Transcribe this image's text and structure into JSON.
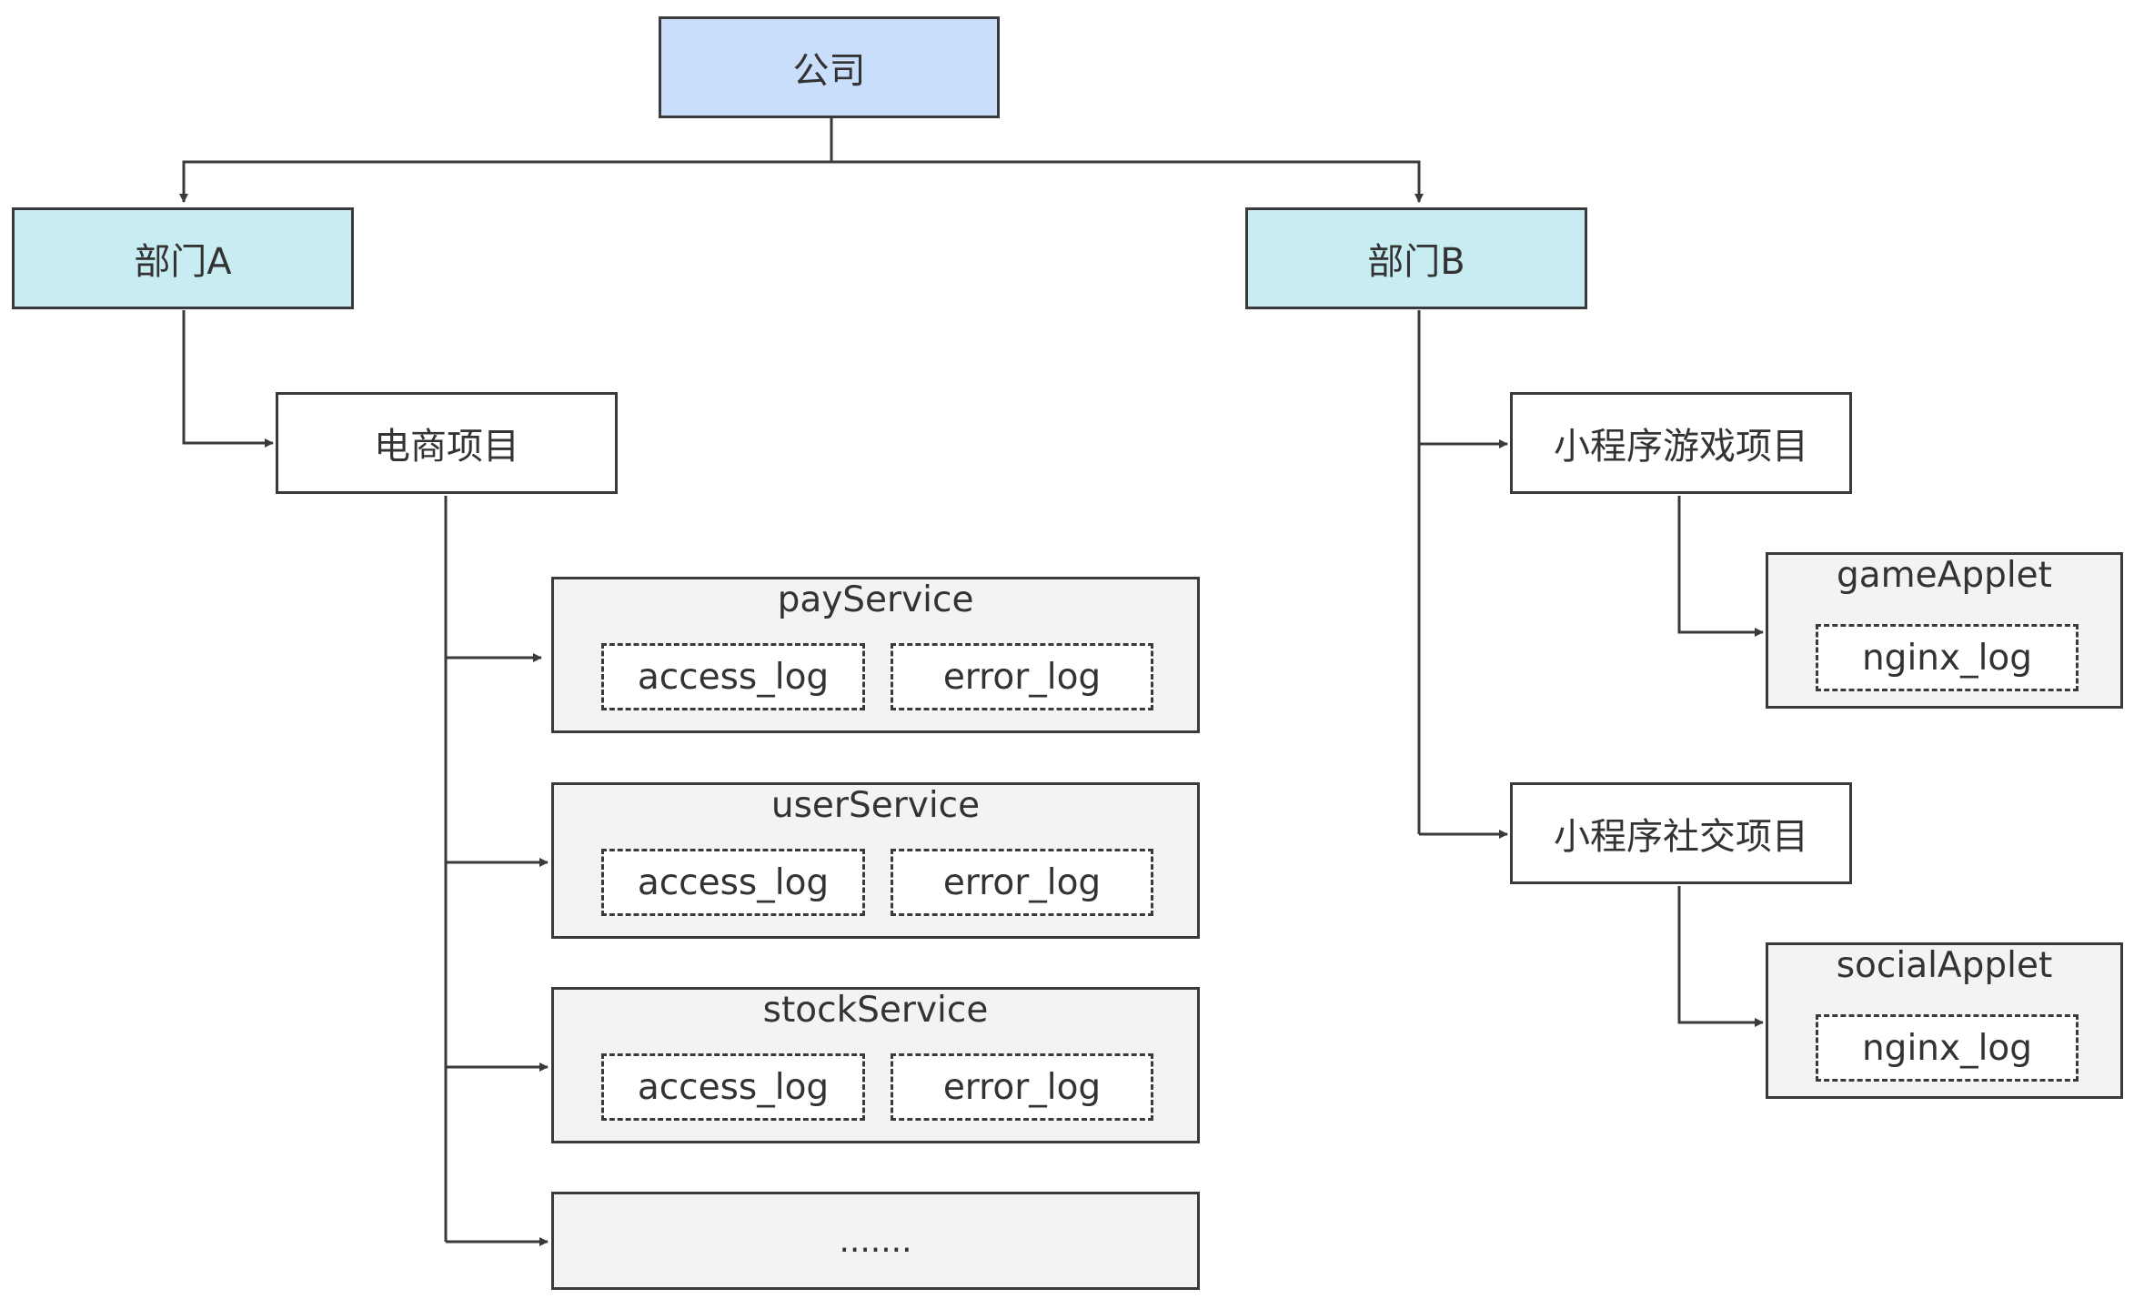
{
  "company": {
    "label": "公司"
  },
  "departments": [
    {
      "label": "部门A"
    },
    {
      "label": "部门B"
    }
  ],
  "projects": [
    {
      "label": "电商项目"
    },
    {
      "label": "小程序游戏项目"
    },
    {
      "label": "小程序社交项目"
    }
  ],
  "services": [
    {
      "title": "payService",
      "logs": [
        "access_log",
        "error_log"
      ]
    },
    {
      "title": "userService",
      "logs": [
        "access_log",
        "error_log"
      ]
    },
    {
      "title": "stockService",
      "logs": [
        "access_log",
        "error_log"
      ]
    },
    {
      "title": "......."
    }
  ],
  "applets": [
    {
      "title": "gameApplet",
      "logs": [
        "nginx_log"
      ]
    },
    {
      "title": "socialApplet",
      "logs": [
        "nginx_log"
      ]
    }
  ],
  "colors": {
    "company_fill": "#c8defa",
    "department_fill": "#c7ecf2",
    "group_fill": "#f3f3f3",
    "stroke": "#3a3a3a"
  }
}
